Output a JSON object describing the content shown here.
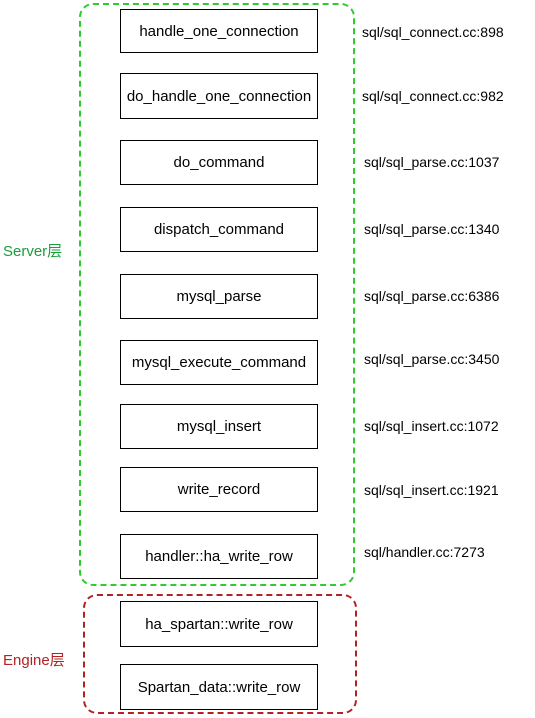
{
  "server_group": {
    "label": "Server层",
    "border_color": "#2ecc2e",
    "label_color": "#1a9e3a"
  },
  "engine_group": {
    "label": "Engine层",
    "border_color": "#b22222",
    "label_color": "#b22222"
  },
  "server_functions": [
    {
      "name": "handle_one_connection",
      "source": "sql/sql_connect.cc:898"
    },
    {
      "name": "do_handle_one_connection",
      "source": "sql/sql_connect.cc:982"
    },
    {
      "name": "do_command",
      "source": "sql/sql_parse.cc:1037"
    },
    {
      "name": "dispatch_command",
      "source": "sql/sql_parse.cc:1340"
    },
    {
      "name": "mysql_parse",
      "source": "sql/sql_parse.cc:6386"
    },
    {
      "name": "mysql_execute_command",
      "source": "sql/sql_parse.cc:3450"
    },
    {
      "name": "mysql_insert",
      "source": "sql/sql_insert.cc:1072"
    },
    {
      "name": "write_record",
      "source": "sql/sql_insert.cc:1921"
    },
    {
      "name": "handler::ha_write_row",
      "source": "sql/handler.cc:7273"
    }
  ],
  "engine_functions": [
    {
      "name": "ha_spartan::write_row"
    },
    {
      "name": "Spartan_data::write_row"
    }
  ]
}
